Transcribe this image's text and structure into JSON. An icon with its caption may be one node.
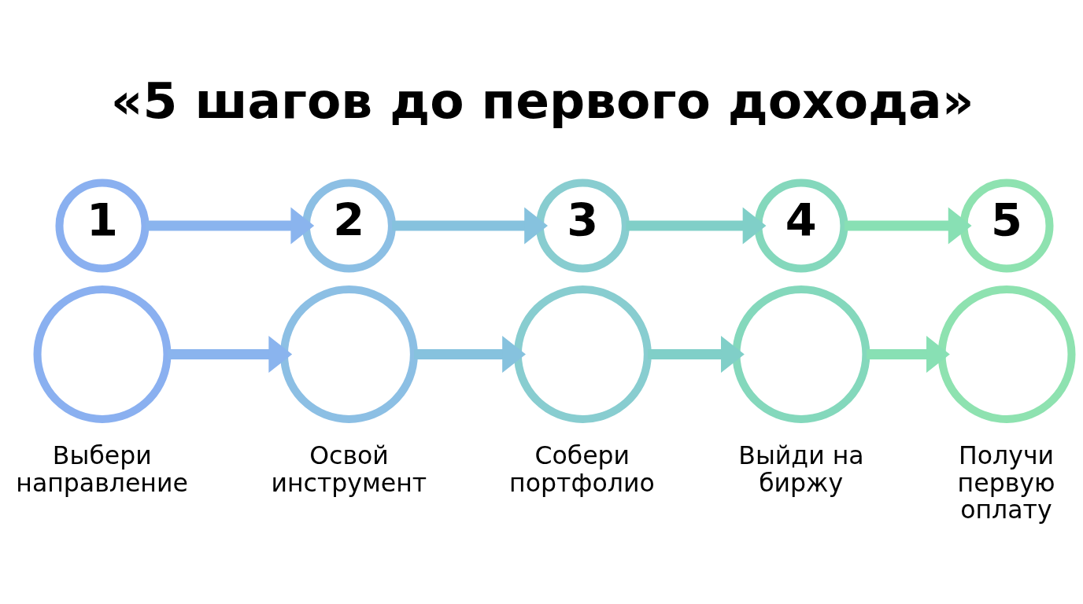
{
  "diagram": {
    "title": "«5 шагов до первого дохода»",
    "nodes": [
      {
        "text": [
          "1"
        ]
      },
      {
        "text": [],
        "shape": "circle",
        "beside": [
          "Выбери направление"
        ]
      },
      {
        "text": [
          "2"
        ]
      },
      {
        "text": [],
        "shape": "circle",
        "beside": [
          "Освой инструмент"
        ]
      },
      {
        "text": [
          "3"
        ]
      },
      {
        "text": [],
        "shape": "circle",
        "beside": [
          "Собери портфолио"
        ]
      },
      {
        "text": [
          "4"
        ]
      },
      {
        "text": [],
        "shape": "circle",
        "beside": [
          "Выйди на биржу"
        ]
      },
      {
        "text": [
          "5"
        ]
      },
      {
        "text": [],
        "shape": "circle",
        "beside": [
          "Получи первую оплату"
        ]
      }
    ],
    "edges": [
      {
        "from": 0,
        "to": 2,
        "arrow": "to",
        "color": "#8ab4ee"
      },
      {
        "from": 1,
        "to": 3,
        "arrow": "to",
        "color": "#8ab4ee"
      },
      {
        "from": 2,
        "to": 4,
        "arrow": "to",
        "color": "#86c2de"
      },
      {
        "from": 3,
        "to": 5,
        "arrow": "to",
        "color": "#86c2de"
      },
      {
        "from": 4,
        "to": 6,
        "arrow": "to",
        "color": "#80cfc8"
      },
      {
        "from": 5,
        "to": 7,
        "arrow": "to",
        "color": "#80cfc8"
      },
      {
        "from": 6,
        "to": 8,
        "arrow": "to",
        "color": "#88e0b4"
      },
      {
        "from": 7,
        "to": 9,
        "arrow": "to",
        "color": "#88e0b4"
      }
    ]
  }
}
